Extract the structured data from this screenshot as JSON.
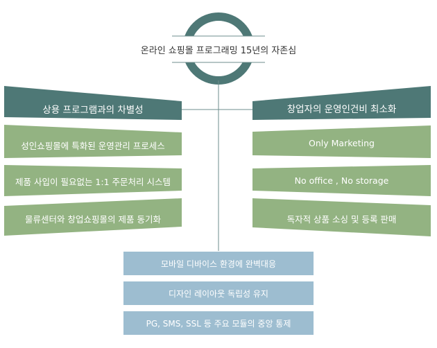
{
  "title": "온라인 쇼핑몰 프로그래밍 15년의 자존심",
  "left": {
    "header": "상용 프로그램과의 차별성",
    "items": [
      "성인쇼핑몰에 특화된 운영관리 프로세스",
      "제품 사입이 필요없는 1:1 주문처리 시스템",
      "물류센터와 창업쇼핑몰의 제품 동기화"
    ]
  },
  "right": {
    "header": "창업자의 운영인건비 최소화",
    "items": [
      "Only Marketing",
      "No office , No storage",
      "독자적 상품 소싱 및 등록 판매"
    ]
  },
  "bottom": {
    "items": [
      "모바일 디바이스 환경에 완벽대응",
      "디자인 레이아웃 독립성 유지",
      "PG, SMS, SSL 등 주요 모듈의 중앙 통제"
    ]
  },
  "colors": {
    "dark_teal": "#4e7876",
    "green": "#93b382",
    "blue": "#9dbdd0",
    "line": "#6d8e8c"
  }
}
